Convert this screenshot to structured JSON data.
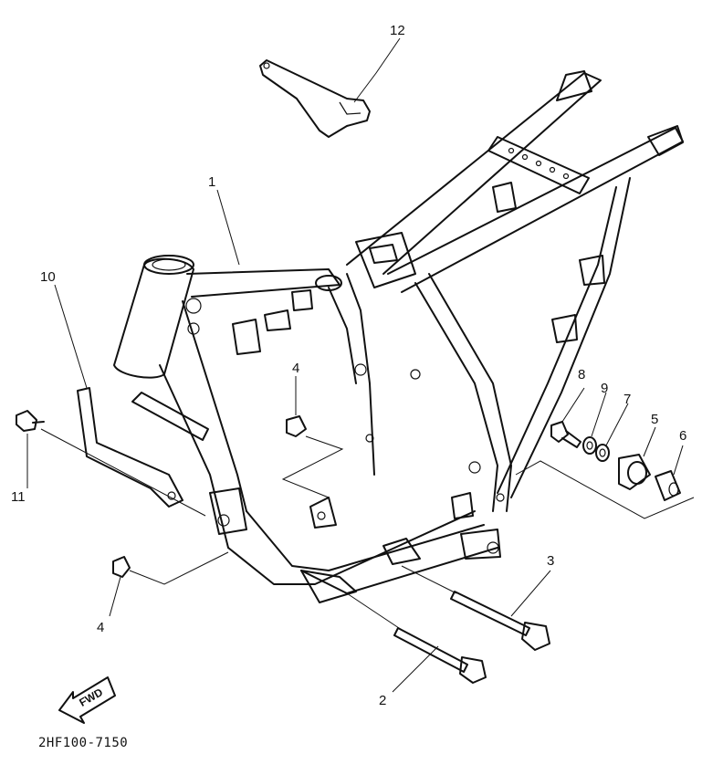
{
  "diagram": {
    "callouts": [
      {
        "id": "1",
        "text": "1"
      },
      {
        "id": "2",
        "text": "2"
      },
      {
        "id": "3",
        "text": "3"
      },
      {
        "id": "4a",
        "text": "4"
      },
      {
        "id": "4b",
        "text": "4"
      },
      {
        "id": "5",
        "text": "5"
      },
      {
        "id": "6",
        "text": "6"
      },
      {
        "id": "7",
        "text": "7"
      },
      {
        "id": "8",
        "text": "8"
      },
      {
        "id": "9",
        "text": "9"
      },
      {
        "id": "10",
        "text": "10"
      },
      {
        "id": "11",
        "text": "11"
      },
      {
        "id": "12",
        "text": "12"
      }
    ],
    "fwd_label": "FWD",
    "part_code": "2HF100-7150"
  }
}
